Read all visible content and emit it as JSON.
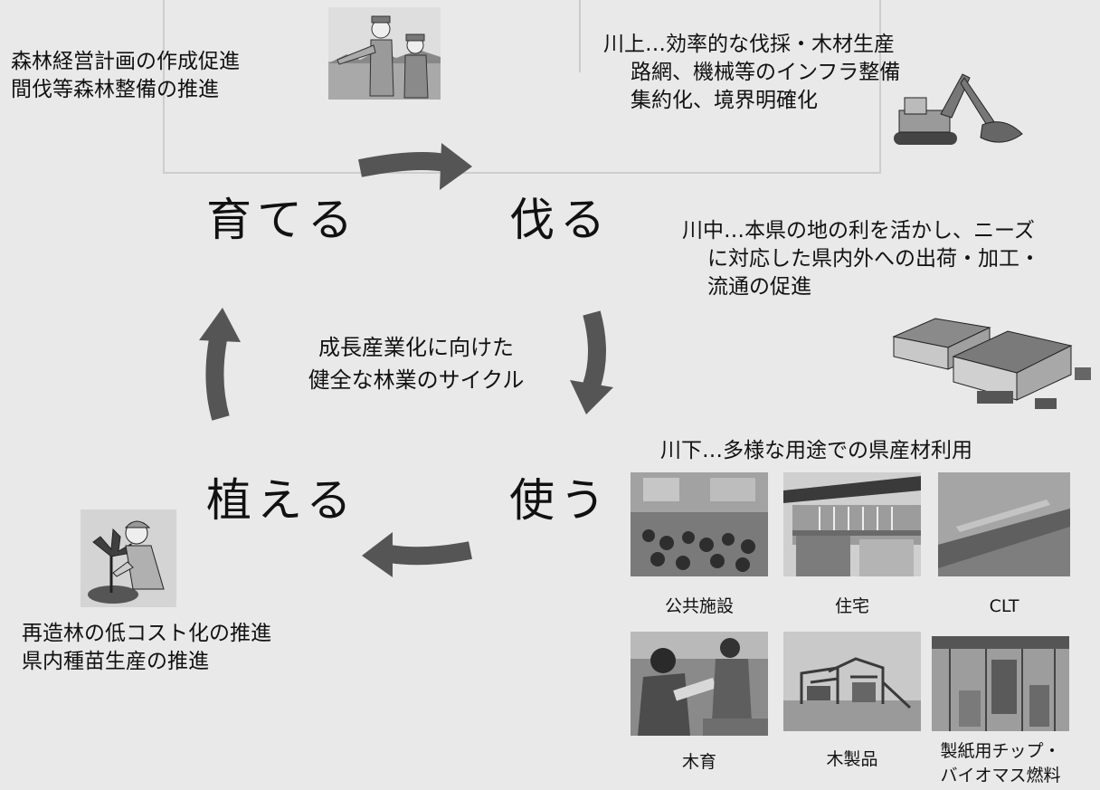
{
  "cycle": {
    "center_line1": "成長産業化に向けた",
    "center_line2": "健全な林業のサイクル",
    "stages": {
      "grow": "育てる",
      "cut": "伐る",
      "plant": "植える",
      "use": "使う"
    }
  },
  "notes": {
    "grow": [
      "森林経営計画の作成促進",
      "間伐等森林整備の推進"
    ],
    "upstream": [
      "川上…効率的な伐採・木材生産",
      "路網、機械等のインフラ整備",
      "集約化、境界明確化"
    ],
    "midstream": [
      "川中…本県の地の利を活かし、ニーズ",
      "に対応した県内外への出荷・加工・",
      "流通の促進"
    ],
    "downstream_title": "川下…多様な用途での県産材利用",
    "plant": [
      "再造林の低コスト化の推進",
      "県内種苗生産の推進"
    ]
  },
  "photos": [
    {
      "caption": "公共施設",
      "icon": "public-facility-photo"
    },
    {
      "caption": "住宅",
      "icon": "house-photo"
    },
    {
      "caption": "CLT",
      "icon": "clt-photo"
    },
    {
      "caption": "木育",
      "icon": "wood-education-photo"
    },
    {
      "caption": "木製品",
      "icon": "wood-products-photo"
    },
    {
      "caption_line1": "製紙用チップ・",
      "caption_line2": "バイオマス燃料",
      "icon": "biomass-photo"
    }
  ],
  "colors": {
    "background": "#e9e9e9",
    "arrow": "#555555",
    "text": "#111111"
  }
}
